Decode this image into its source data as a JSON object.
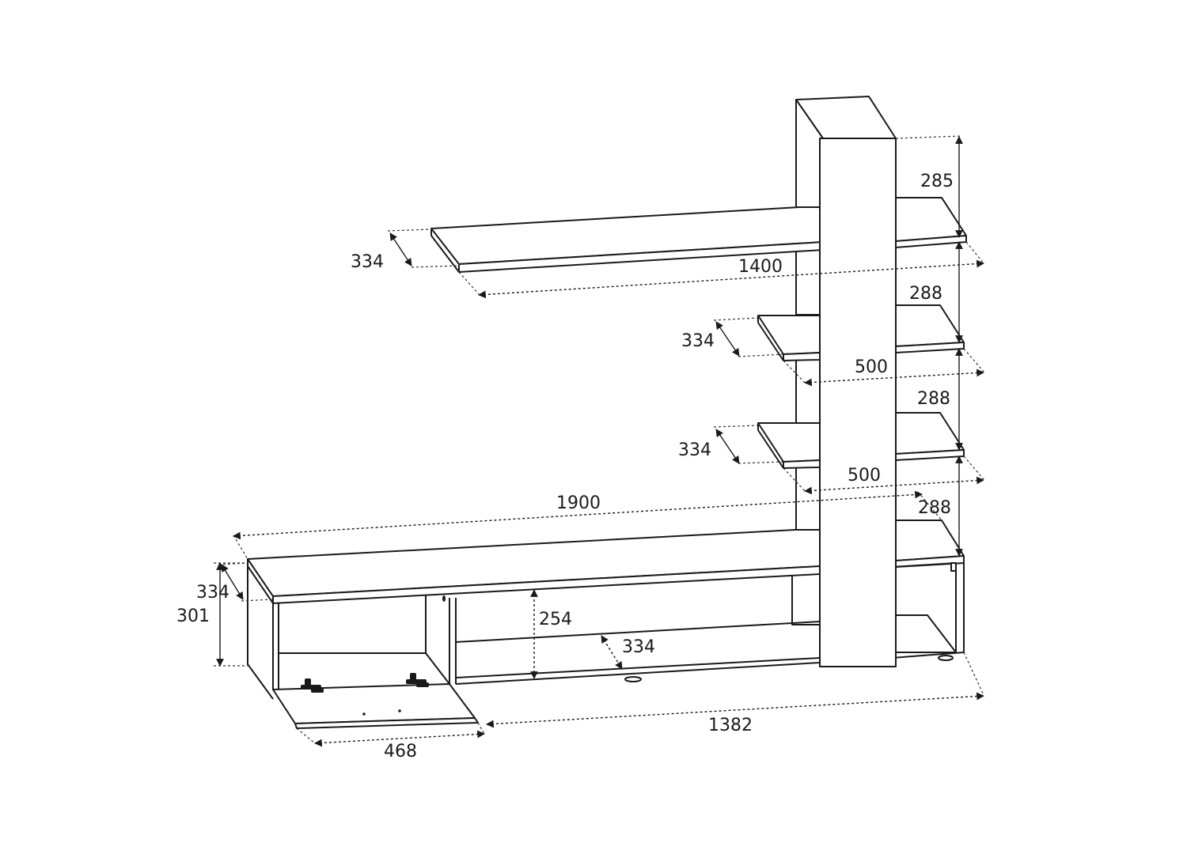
{
  "dimensions": {
    "top_shelf_depth": "334",
    "top_shelf_width": "1400",
    "tower_top_offset": "285",
    "middle_shelf_depth": "334",
    "middle_shelf_spacing": "288",
    "middle_shelf_width": "500",
    "lower_shelf_depth": "334",
    "lower_shelf_spacing": "288",
    "lower_shelf_width": "500",
    "base_length": "1900",
    "bottom_spacing": "288",
    "base_depth": "334",
    "base_height": "301",
    "compartment_height": "254",
    "compartment_depth": "334",
    "door_width": "468",
    "base_width": "1382"
  },
  "colors": {
    "line": "#1a1a1a",
    "background": "#ffffff"
  }
}
